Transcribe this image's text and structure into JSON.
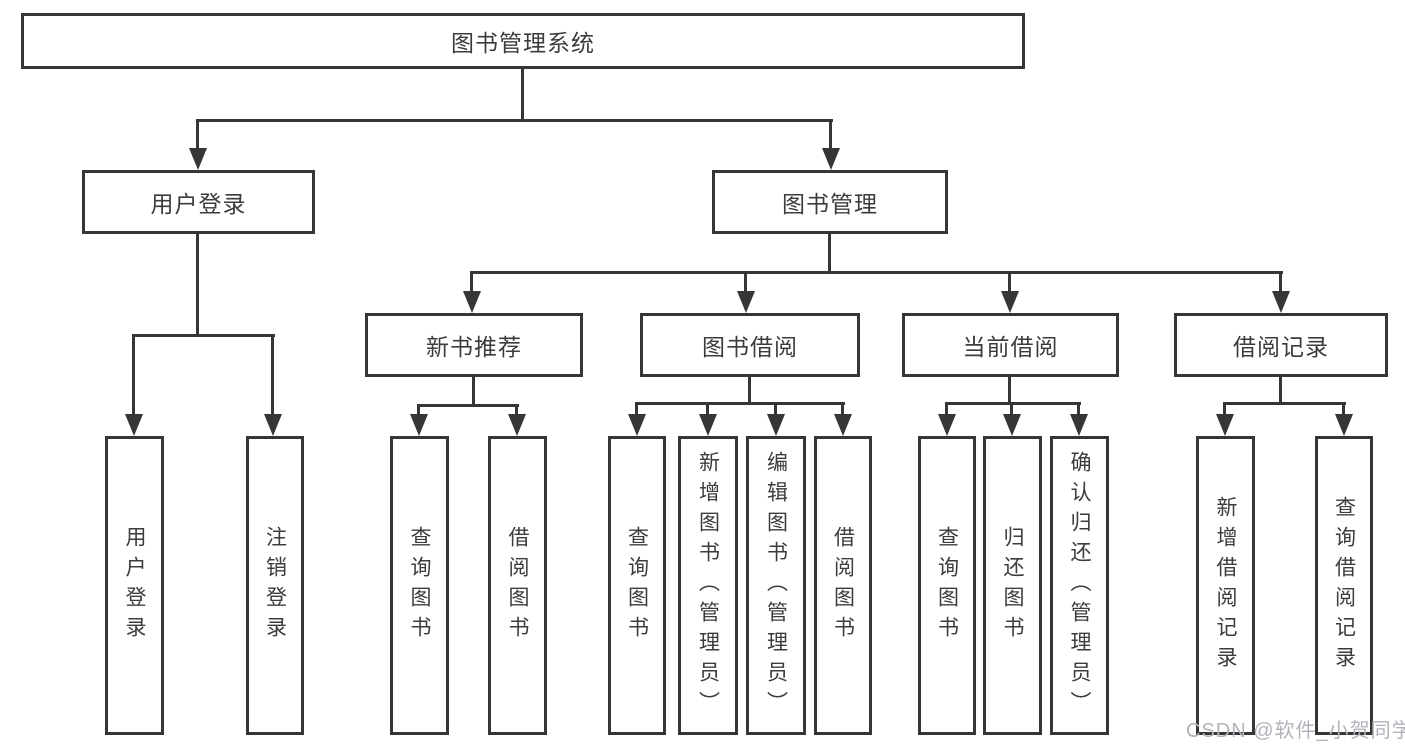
{
  "diagram": {
    "root": {
      "label": "图书管理系统"
    },
    "level2": {
      "user_login": {
        "label": "用户登录"
      },
      "book_mgmt": {
        "label": "图书管理"
      }
    },
    "level3": {
      "new_book_rec": {
        "label": "新书推荐"
      },
      "book_borrow": {
        "label": "图书借阅"
      },
      "current_borrow": {
        "label": "当前借阅"
      },
      "borrow_record": {
        "label": "借阅记录"
      }
    },
    "leaves": {
      "user_login": {
        "label": "用户登录"
      },
      "logout": {
        "label": "注销登录"
      },
      "rec_query_book": {
        "label": "查询图书"
      },
      "rec_borrow_book": {
        "label": "借阅图书"
      },
      "bor_query_book": {
        "label": "查询图书"
      },
      "bor_add_book": {
        "label": "新增图书（管理员）"
      },
      "bor_edit_book": {
        "label": "编辑图书（管理员）"
      },
      "bor_borrow_book": {
        "label": "借阅图书"
      },
      "cur_query_book": {
        "label": "查询图书"
      },
      "cur_return_book": {
        "label": "归还图书"
      },
      "cur_confirm_return": {
        "label": "确认归还（管理员）"
      },
      "record_add": {
        "label": "新增借阅记录"
      },
      "record_query": {
        "label": "查询借阅记录"
      }
    }
  },
  "watermark": {
    "text": "CSDN @软件_小贺同学"
  },
  "colors": {
    "line": "#363636",
    "text": "#3c3c3c",
    "watermark": "#b0b4ba",
    "background": "#ffffff"
  }
}
